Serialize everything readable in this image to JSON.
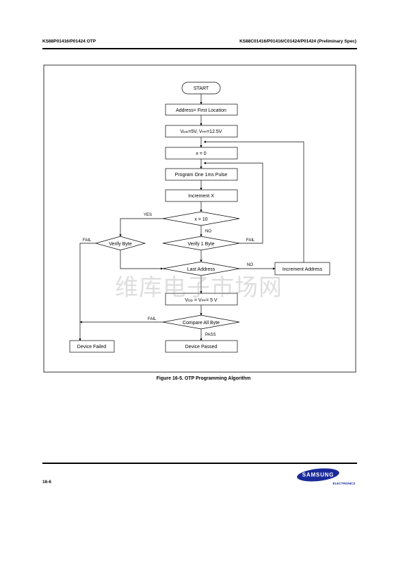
{
  "header": {
    "left": "KS88P01416/P01424 OTP",
    "right": "KS88C01416/P01416/C01424/P01424 (Preliminary Spec)"
  },
  "flowchart": {
    "start": "START",
    "address_first": "Address= First Location",
    "vdd_prefix": "V",
    "vdd_sub": "DD",
    "vdd_mid": "=5V, V",
    "vpp_sub": "PP",
    "vpp_suffix": "=12.5V",
    "x_zero": "x = 0",
    "program_pulse": "Program One 1ms Pulse",
    "increment_x": "Increment X",
    "x_ten": "x = 10",
    "verify_one_byte": "Verify 1 Byte",
    "verify_byte": "Verify Byte",
    "last_address": "Last Address",
    "increment_address": "Increment Address",
    "vdd2_prefix": "V",
    "vdd2_sub": "DD",
    "vdd2_mid": " = V",
    "vpp2_sub": "PP",
    "vpp2_suffix": "= 5 V",
    "compare_all": "Compare All Byte",
    "device_failed": "Device Failed",
    "device_passed": "Device Passed",
    "label_yes": "YES",
    "label_no1": "NO",
    "label_fail1": "FAIL",
    "label_fail2": "FAIL",
    "label_no2": "NO",
    "label_fail3": "FAIL",
    "label_pass": "PASS"
  },
  "caption": "Figure 16-5. OTP Programming Algorithm",
  "watermark": "维库电子市场网",
  "footer": {
    "page": "16-6",
    "logo_brand": "SAMSUNG",
    "logo_sub": "ELECTRONICS",
    "logo_color": "#1a2a9a"
  }
}
